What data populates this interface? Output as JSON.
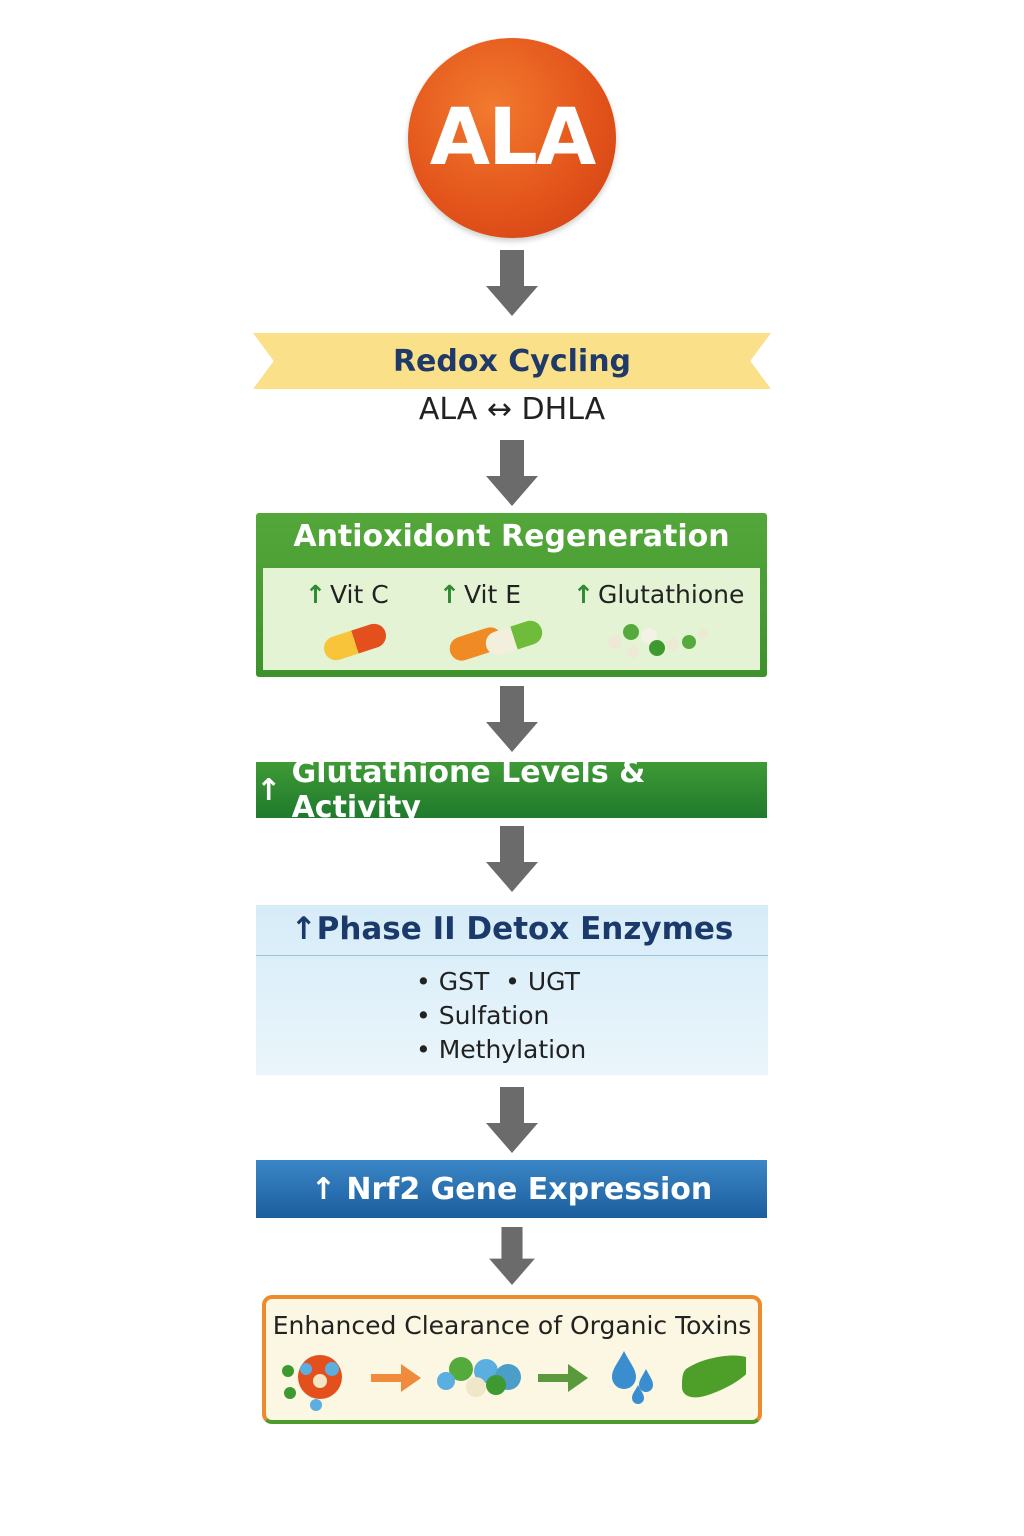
{
  "ala_circle": {
    "label": "ALA"
  },
  "redox": {
    "title": "Redox Cycling",
    "subtitle": "ALA ↔ DHLA"
  },
  "antioxidant": {
    "title": "Antioxidont Regeneration",
    "items": [
      {
        "label": "Vit C"
      },
      {
        "label": "Vit E"
      },
      {
        "label": "Glutathione"
      }
    ],
    "up_symbol": "🡅"
  },
  "glutathione_bar": {
    "label": "Glutathione Levels & Activity"
  },
  "phase2": {
    "title": "Phase II Detox Enzymes",
    "items": [
      "GST",
      "UGT",
      "Sulfation",
      "Methylation"
    ]
  },
  "nrf2_bar": {
    "label": "Nrf2 Gene Expression"
  },
  "clearance": {
    "title": "Enhanced Clearance of Organic Toxins"
  },
  "colors": {
    "orange": "#e2521a",
    "green": "#3d922c",
    "blue": "#1f6db0",
    "arrow": "#6b6b6b"
  }
}
